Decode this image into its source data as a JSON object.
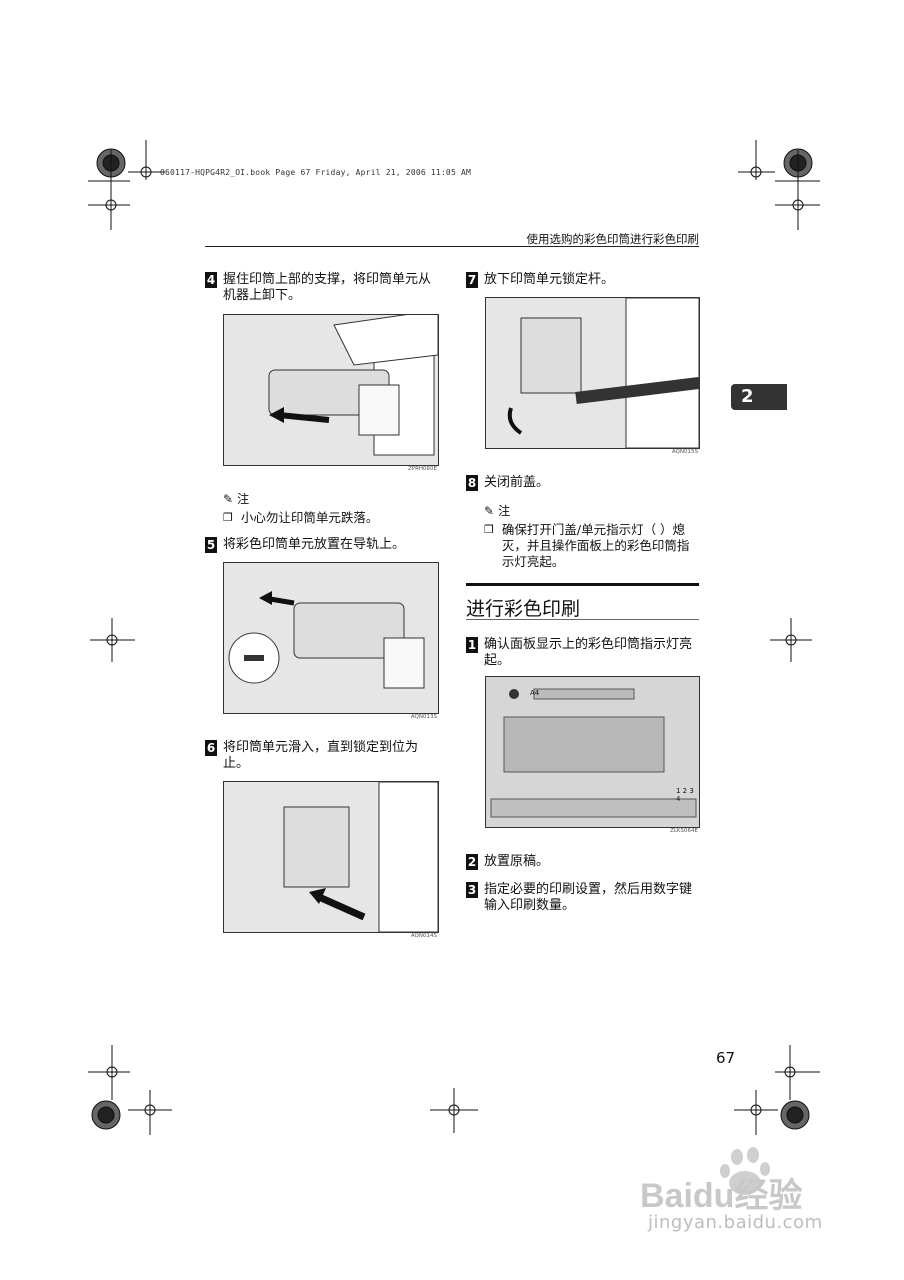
{
  "book_info": "060117-HQPG4R2_OI.book  Page 67  Friday, April 21, 2006  11:05 AM",
  "header_title": "使用选购的彩色印筒进行彩色印刷",
  "chapter_tab": "2",
  "page_number": "67",
  "steps_left": [
    {
      "num": "4",
      "text": "握住印筒上部的支撑，将印筒单元从机器上卸下。",
      "caption": "ZPRH060E"
    },
    {
      "num": "5",
      "text": "将彩色印筒单元放置在导轨上。",
      "caption": "AQN013S"
    },
    {
      "num": "6",
      "text": "将印筒单元滑入，直到锁定到位为止。",
      "caption": "AQN014S"
    }
  ],
  "note_left": {
    "label": "注",
    "item": "小心勿让印筒单元跌落。"
  },
  "steps_right": [
    {
      "num": "7",
      "text": "放下印筒单元锁定杆。",
      "caption": "AQN015S"
    },
    {
      "num": "8",
      "text": "关闭前盖。"
    }
  ],
  "note_right": {
    "label": "注",
    "item": "确保打开门盖/单元指示灯（ ）熄灭，并且操作面板上的彩色印筒指示灯亮起。"
  },
  "section_title": "进行彩色印刷",
  "section_steps": [
    {
      "num": "1",
      "text": "确认面板显示上的彩色印筒指示灯亮起。",
      "caption": "ZLKS064E"
    },
    {
      "num": "2",
      "text": "放置原稿。"
    },
    {
      "num": "3",
      "text": "指定必要的印刷设置，然后用数字键输入印刷数量。"
    }
  ],
  "panel": {
    "paper_label": "A4",
    "counter_label": "1 2 3 4"
  },
  "watermark": {
    "logo": "Baidu经验",
    "url": "jingyan.baidu.com"
  }
}
